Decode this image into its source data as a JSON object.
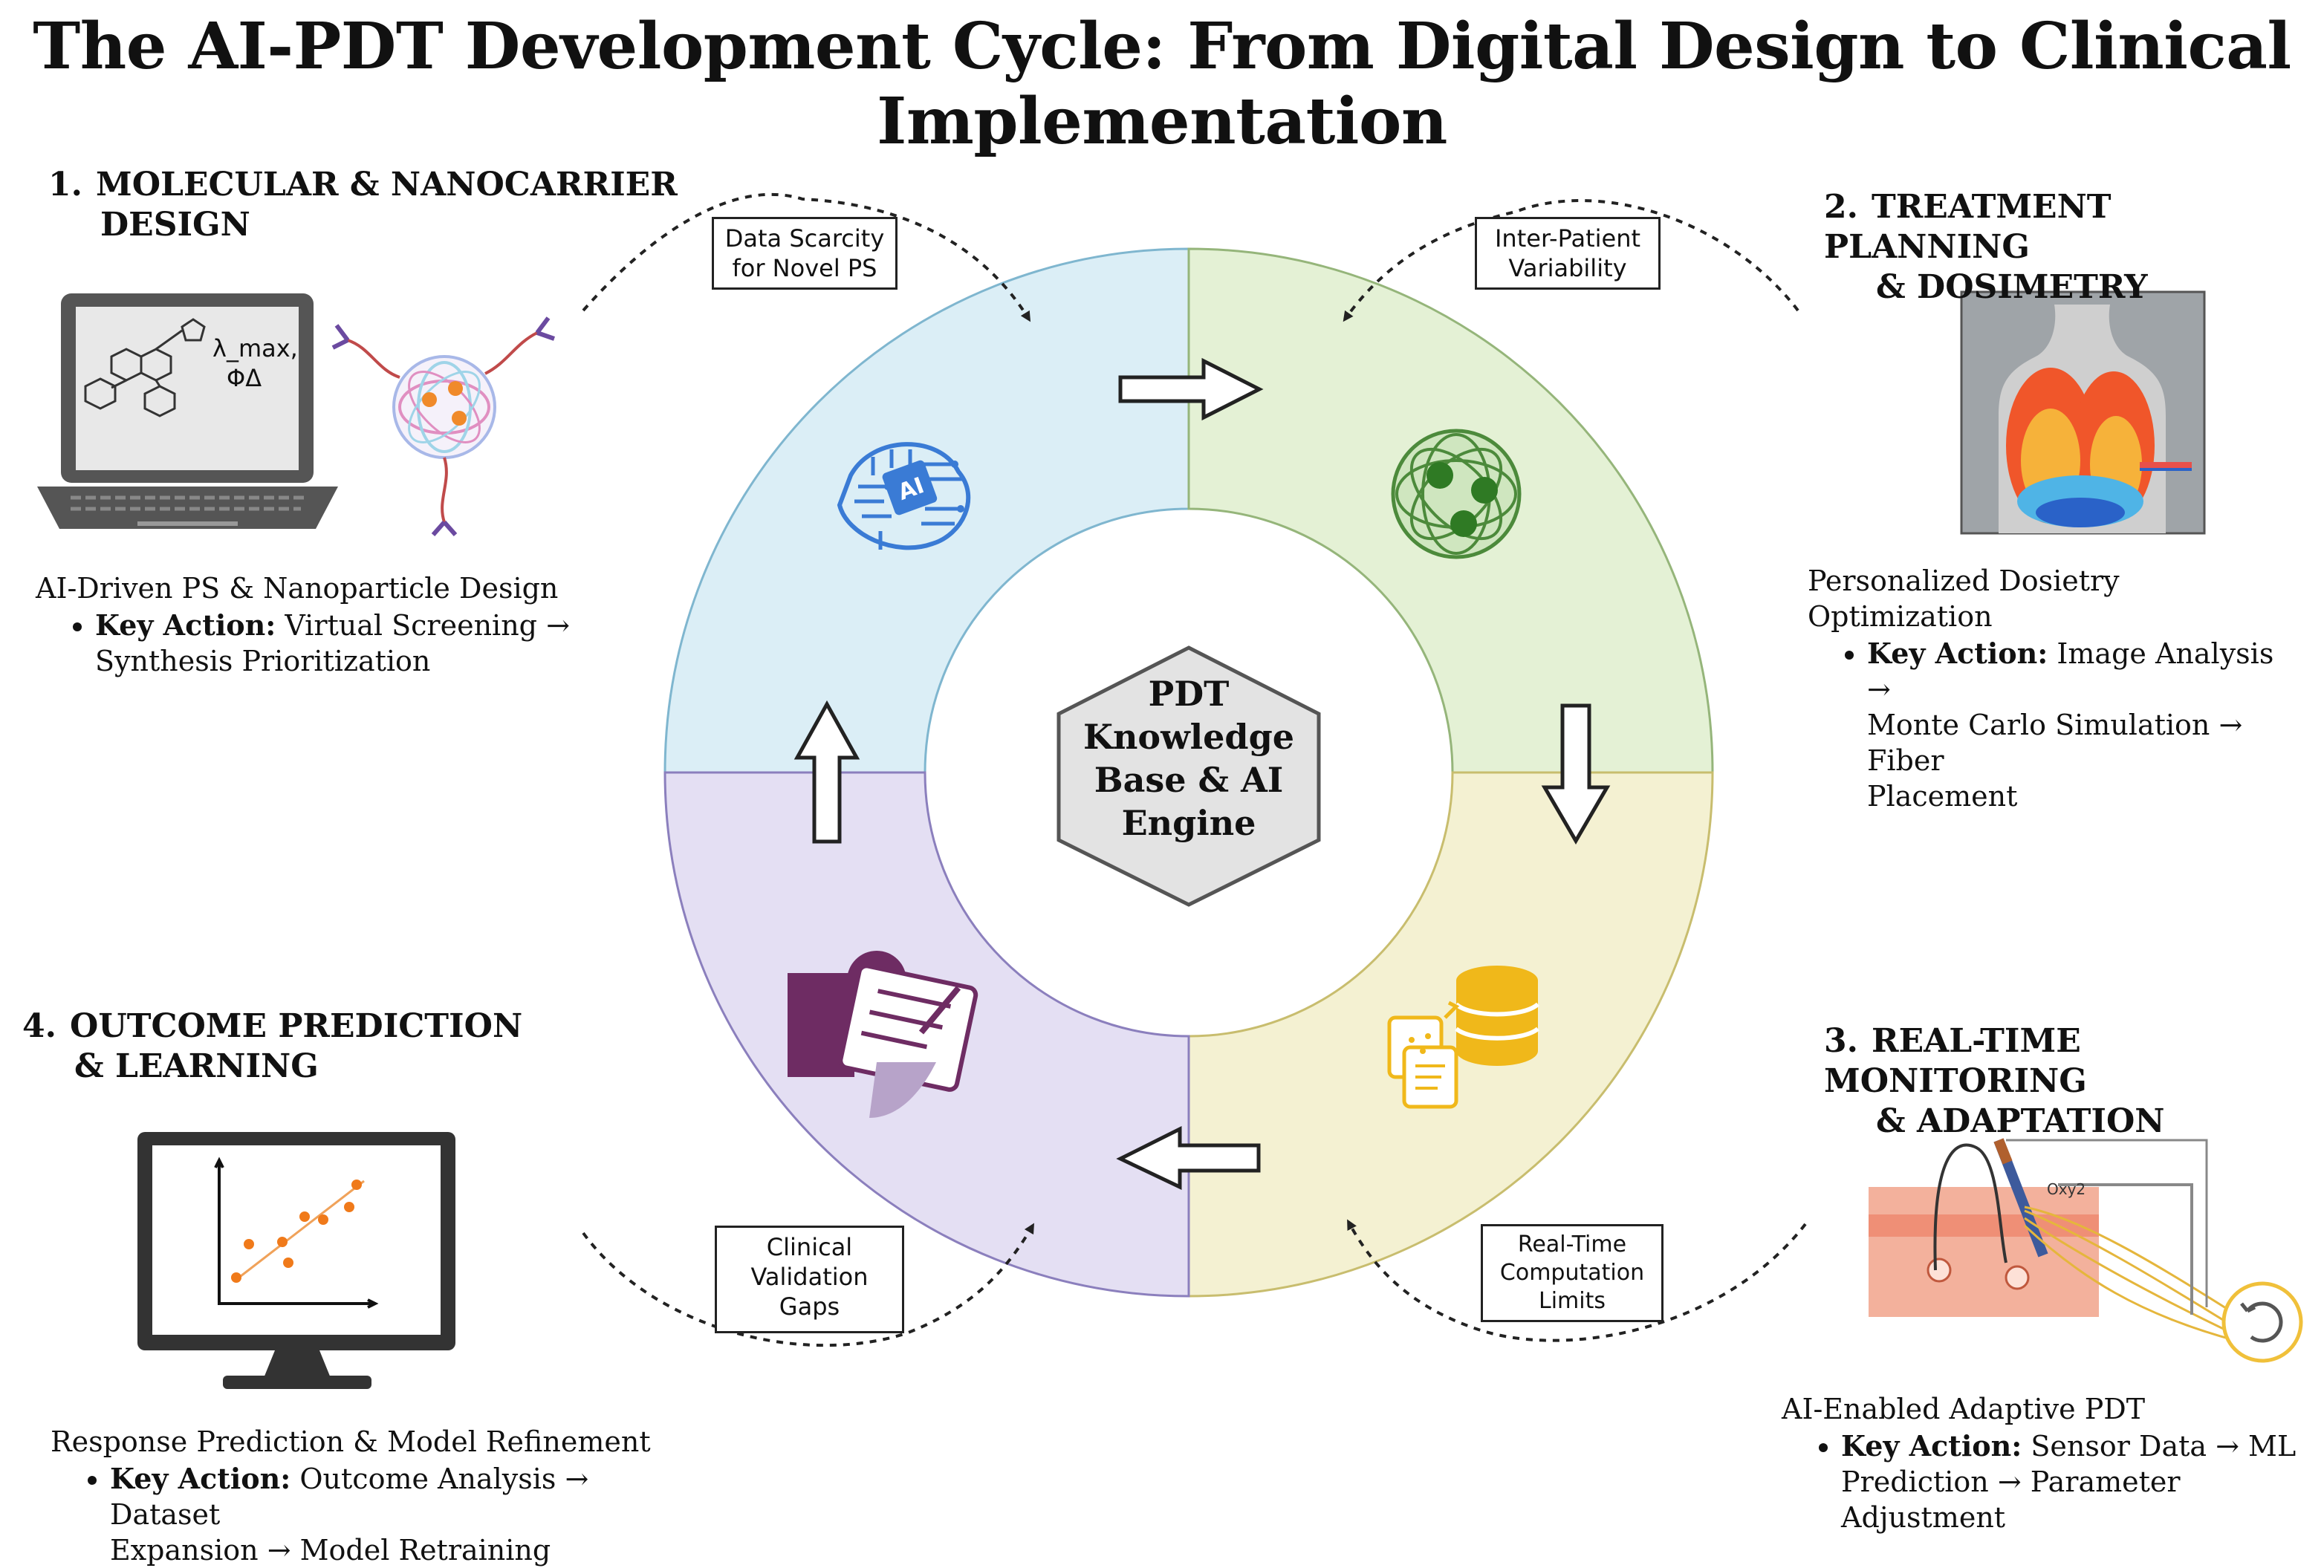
{
  "title": "The AI-PDT Development Cycle: From Digital Design to Clinical Implementation",
  "center": {
    "lines": [
      "PDT",
      "Knowledge",
      "Base & AI",
      "Engine"
    ]
  },
  "stages": [
    {
      "number": "1.",
      "heading_lines": [
        "MOLECULAR & NANOCARRIER",
        "DESIGN"
      ],
      "subtitle": "AI-Driven PS & Nanoparticle Design",
      "key_label": "Key Action:",
      "key_lines": [
        "Virtual Screening →",
        "Synthesis Prioritization"
      ],
      "laptop_text": [
        "λ_max,",
        "ΦΔ"
      ],
      "color": "#dbeef6"
    },
    {
      "number": "2.",
      "heading_lines": [
        "TREATMENT PLANNING",
        "& DOSIMETRY"
      ],
      "subtitle": "Personalized Dosietry Optimization",
      "key_label": "Key Action:",
      "key_lines": [
        "Image Analysis →",
        "Monte Carlo Simulation → Fiber",
        "Placement"
      ],
      "color": "#e4f1d5"
    },
    {
      "number": "3.",
      "heading_lines": [
        "REAL-TIME MONITORING",
        "& ADAPTATION"
      ],
      "subtitle": "AI-Enabled Adaptive PDT",
      "key_label": "Key Action:",
      "key_lines": [
        "Sensor Data → ML",
        "Prediction → Parameter Adjustment"
      ],
      "sensor_label": "Oxy2",
      "color": "#f4f1d2"
    },
    {
      "number": "4.",
      "heading_lines": [
        "OUTCOME PREDICTION",
        "& LEARNING"
      ],
      "subtitle": "Response Prediction & Model Refinement",
      "key_label": "Key Action:",
      "key_lines": [
        "Outcome Analysis → Dataset",
        "Expansion → Model Retraining"
      ],
      "color": "#e4dff3"
    }
  ],
  "challenges": [
    {
      "lines": [
        "Data Scarcity",
        "for Novel PS"
      ]
    },
    {
      "lines": [
        "Inter-Patient",
        "Variability"
      ]
    },
    {
      "lines": [
        "Real-Time",
        "Computation",
        "Limits"
      ]
    },
    {
      "lines": [
        "Clinical",
        "Validation",
        "Gaps"
      ]
    }
  ],
  "icons": {
    "ai_chip": "ai-chip-icon",
    "nanoparticle": "nanoparticle-icon",
    "database": "database-icon",
    "clinician": "clinician-clipboard-icon",
    "laptop": "laptop-icon",
    "body_heatmap": "body-dose-heatmap-icon",
    "monitor_chart": "monitor-scatter-chart-icon",
    "tissue_sensor": "tissue-fiber-sensor-icon"
  }
}
